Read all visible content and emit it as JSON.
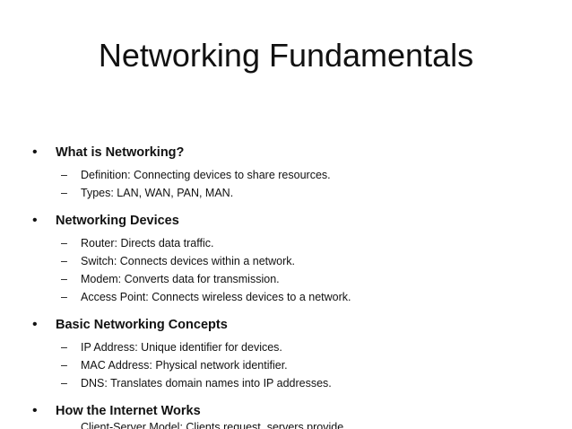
{
  "slide": {
    "title": "Networking Fundamentals",
    "bullet_symbol": "•",
    "dash_symbol": "–",
    "sections": [
      {
        "heading": "What is Networking?",
        "items": [
          "Definition: Connecting devices to share resources.",
          "Types: LAN, WAN, PAN, MAN."
        ]
      },
      {
        "heading": "Networking Devices",
        "items": [
          "Router: Directs data traffic.",
          "Switch: Connects devices within a network.",
          "Modem: Converts data for transmission.",
          "Access Point: Connects wireless devices to a network."
        ]
      },
      {
        "heading": "Basic Networking Concepts",
        "items": [
          "IP Address: Unique identifier for devices.",
          "MAC Address: Physical network identifier.",
          "DNS: Translates domain names into IP addresses."
        ]
      },
      {
        "heading": "How the Internet Works",
        "items": []
      }
    ],
    "cut_off_line": "Client-Server Model: Clients request, servers provide"
  }
}
